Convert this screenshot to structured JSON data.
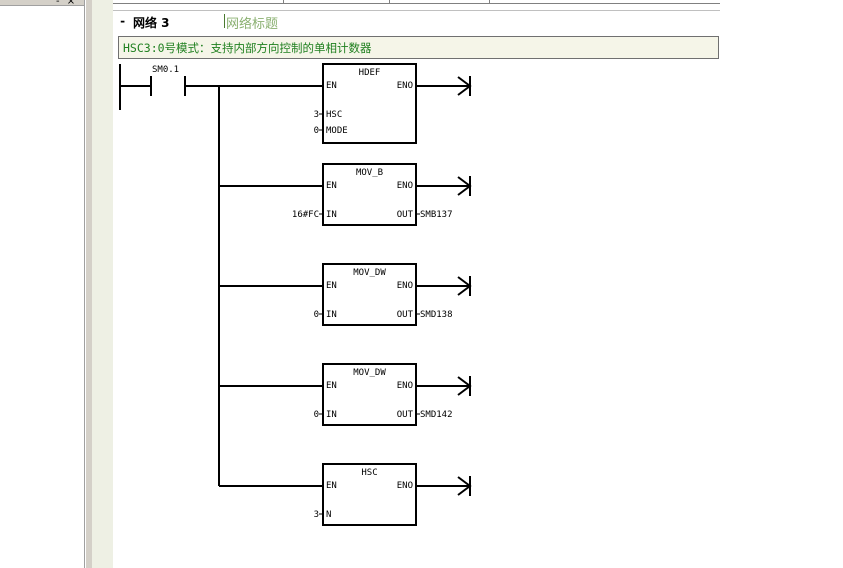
{
  "window": {
    "pane_controls": "- ×"
  },
  "network": {
    "collapse": "-",
    "label": "网络 3",
    "title_placeholder": "网络标题",
    "comment": "HSC3:0号模式：支持内部方向控制的单相计数器"
  },
  "ladder": {
    "contact": {
      "address": "SM0.1"
    },
    "boxes": [
      {
        "name": "HDEF",
        "en": "EN",
        "eno": "ENO",
        "inputs": [
          {
            "pin": "HSC",
            "value": "3"
          },
          {
            "pin": "MODE",
            "value": "0"
          }
        ],
        "outputs": []
      },
      {
        "name": "MOV_B",
        "en": "EN",
        "eno": "ENO",
        "inputs": [
          {
            "pin": "IN",
            "value": "16#FC"
          }
        ],
        "outputs": [
          {
            "pin": "OUT",
            "value": "SMB137"
          }
        ]
      },
      {
        "name": "MOV_DW",
        "en": "EN",
        "eno": "ENO",
        "inputs": [
          {
            "pin": "IN",
            "value": "0"
          }
        ],
        "outputs": [
          {
            "pin": "OUT",
            "value": "SMD138"
          }
        ]
      },
      {
        "name": "MOV_DW",
        "en": "EN",
        "eno": "ENO",
        "inputs": [
          {
            "pin": "IN",
            "value": "0"
          }
        ],
        "outputs": [
          {
            "pin": "OUT",
            "value": "SMD142"
          }
        ]
      },
      {
        "name": "HSC",
        "en": "EN",
        "eno": "ENO",
        "inputs": [
          {
            "pin": "N",
            "value": "3"
          }
        ],
        "outputs": []
      }
    ]
  }
}
